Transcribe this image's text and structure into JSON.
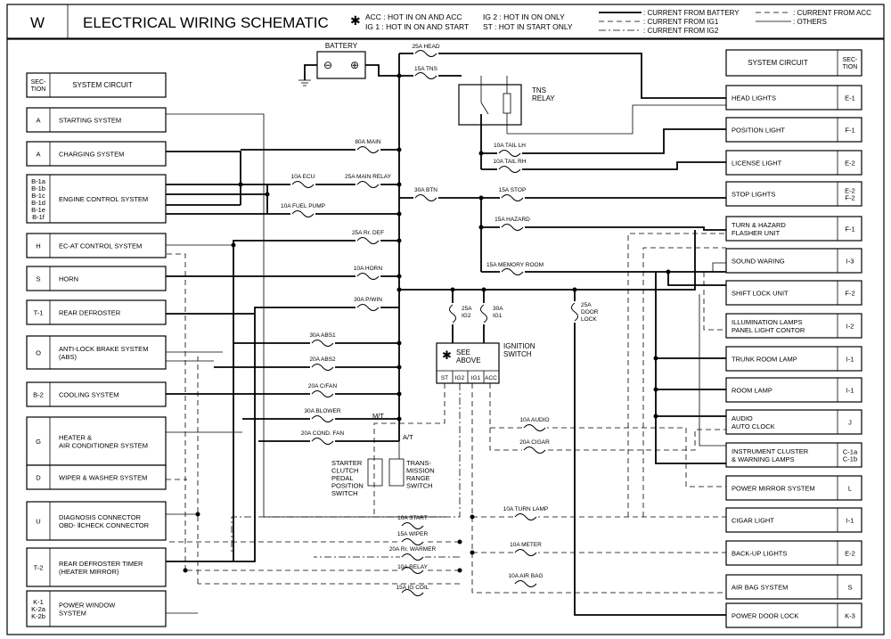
{
  "header": {
    "section": "W",
    "title": "ELECTRICAL WIRING SCHEMATIC",
    "legend_star": "✱",
    "legend": [
      "ACC : HOT IN ON AND ACC",
      "IG 1 : HOT IN ON AND START",
      "IG 2 : HOT IN ON ONLY",
      "ST   : HOT IN START ONLY"
    ],
    "line_legend": [
      ": CURRENT FROM BATTERY",
      ": CURRENT FROM IG1",
      ": CURRENT FROM IG2",
      ": CURRENT FROM ACC",
      ": OTHERS"
    ]
  },
  "left_header": {
    "sec": "SEC-\nTION",
    "title": "SYSTEM CIRCUIT"
  },
  "right_header": {
    "sec": "SEC-\nTION",
    "title": "SYSTEM CIRCUIT"
  },
  "left_systems": [
    {
      "sec": "A",
      "name": "STARTING SYSTEM"
    },
    {
      "sec": "A",
      "name": "CHARGING SYSTEM"
    },
    {
      "sec": "B-1a\nB-1b\nB-1c\nB-1d\nB-1e\nB-1f",
      "name": "ENGINE CONTROL SYSTEM"
    },
    {
      "sec": "H",
      "name": "EC-AT CONTROL SYSTEM"
    },
    {
      "sec": "S",
      "name": "HORN"
    },
    {
      "sec": "T-1",
      "name": "REAR DEFROSTER"
    },
    {
      "sec": "O",
      "name": "ANTI-LOCK BRAKE SYSTEM\n(ABS)"
    },
    {
      "sec": "B-2",
      "name": "COOLING SYSTEM"
    },
    {
      "sec": "G",
      "name": "HEATER &\nAIR CONDITIONER SYSTEM"
    },
    {
      "sec": "D",
      "name": "WIPER & WASHER SYSTEM"
    },
    {
      "sec": "U",
      "name": "DIAGNOSIS CONNECTOR\nOBD- ⅡCHECK CONNECTOR"
    },
    {
      "sec": "T-2",
      "name": "REAR DEFROSTER TIMER\n(HEATER MIRROR)"
    },
    {
      "sec": "K-1\nK-2a\nK-2b",
      "name": "POWER WINDOW\nSYSTEM"
    }
  ],
  "right_systems": [
    {
      "sec": "E-1",
      "name": "HEAD LIGHTS"
    },
    {
      "sec": "F-1",
      "name": "POSITION LIGHT"
    },
    {
      "sec": "E-2",
      "name": "LICENSE LIGHT"
    },
    {
      "sec": "E-2\nF-2",
      "name": "STOP LIGHTS"
    },
    {
      "sec": "F-1",
      "name": "TURN & HAZARD\nFLASHER UNIT"
    },
    {
      "sec": "I-3",
      "name": "SOUND WARING"
    },
    {
      "sec": "F-2",
      "name": "SHIFT LOCK UNIT"
    },
    {
      "sec": "I-2",
      "name": "ILLUMINATION LAMPS\nPANEL LIGHT CONTOR"
    },
    {
      "sec": "I-1",
      "name": "TRUNK ROOM LAMP"
    },
    {
      "sec": "I-1",
      "name": "ROOM LAMP"
    },
    {
      "sec": "J",
      "name": "AUDIO\nAUTO CLOCK"
    },
    {
      "sec": "C-1a\nC-1b",
      "name": "INSTRUMENT CLUSTER\n& WARNING LAMPS"
    },
    {
      "sec": "L",
      "name": "POWER MIRROR SYSTEM"
    },
    {
      "sec": "I-1",
      "name": "CIGAR LIGHT"
    },
    {
      "sec": "E-2",
      "name": "BACK-UP LIGHTS"
    },
    {
      "sec": "S",
      "name": "AIR BAG SYSTEM"
    },
    {
      "sec": "K-3",
      "name": "POWER DOOR LOCK"
    }
  ],
  "components": {
    "battery": "BATTERY",
    "battery_minus": "⊖",
    "battery_plus": "⊕",
    "tns_relay": "TNS\nRELAY",
    "ignition_switch": "IGNITION\nSWITCH",
    "see_above": "SEE\nABOVE",
    "ig_terminals": [
      "ST",
      "IG2",
      "IG1",
      "ACC"
    ],
    "mt": "M/T",
    "at": "A/T",
    "starter_switch": "STARTER\nCLUTCH\nPEDAL\nPOSITION\nSWITCH",
    "trans_switch": "TRANS-\nMISSION\nRANGE\nSWITCH"
  },
  "fuses": {
    "head": "25A HEAD",
    "tns": "15A TNS",
    "main": "80A MAIN",
    "ecu": "10A ECU",
    "main_relay": "25A MAIN RELAY",
    "fuel_pump": "10A FUEL PUMP",
    "rr_def": "25A Rr. DEF",
    "horn": "10A HORN",
    "pwin": "30A P/WIN",
    "abs1": "30A ABS1",
    "abs2": "20A ABS2",
    "cfan": "20A C/FAN",
    "blower": "30A BLOWER",
    "cond_fan": "20A COND. FAN",
    "tail_lh": "10A TAIL LH",
    "tail_rh": "10A TAIL RH",
    "btn": "30A BTN",
    "stop": "15A STOP",
    "hazard": "15A HAZARD",
    "memory_room": "15A  MEMORY ROOM",
    "ig2": "25A\nIG2",
    "ig1": "30A\nIG1",
    "door_lock": "25A\nDOOR\nLOCK",
    "audio": "10A AUDIO",
    "cigar": "20A CIGAR",
    "start": "10A START",
    "wiper": "15A WIPER",
    "rr_warmer": "20A Rr. WARMER",
    "relay": "10A RELAY",
    "ig_coil": "15A IG COIL",
    "turn_lamp": "10A TURN LAMP",
    "meter": "10A METER",
    "air_bag": "10A AIR BAG"
  }
}
